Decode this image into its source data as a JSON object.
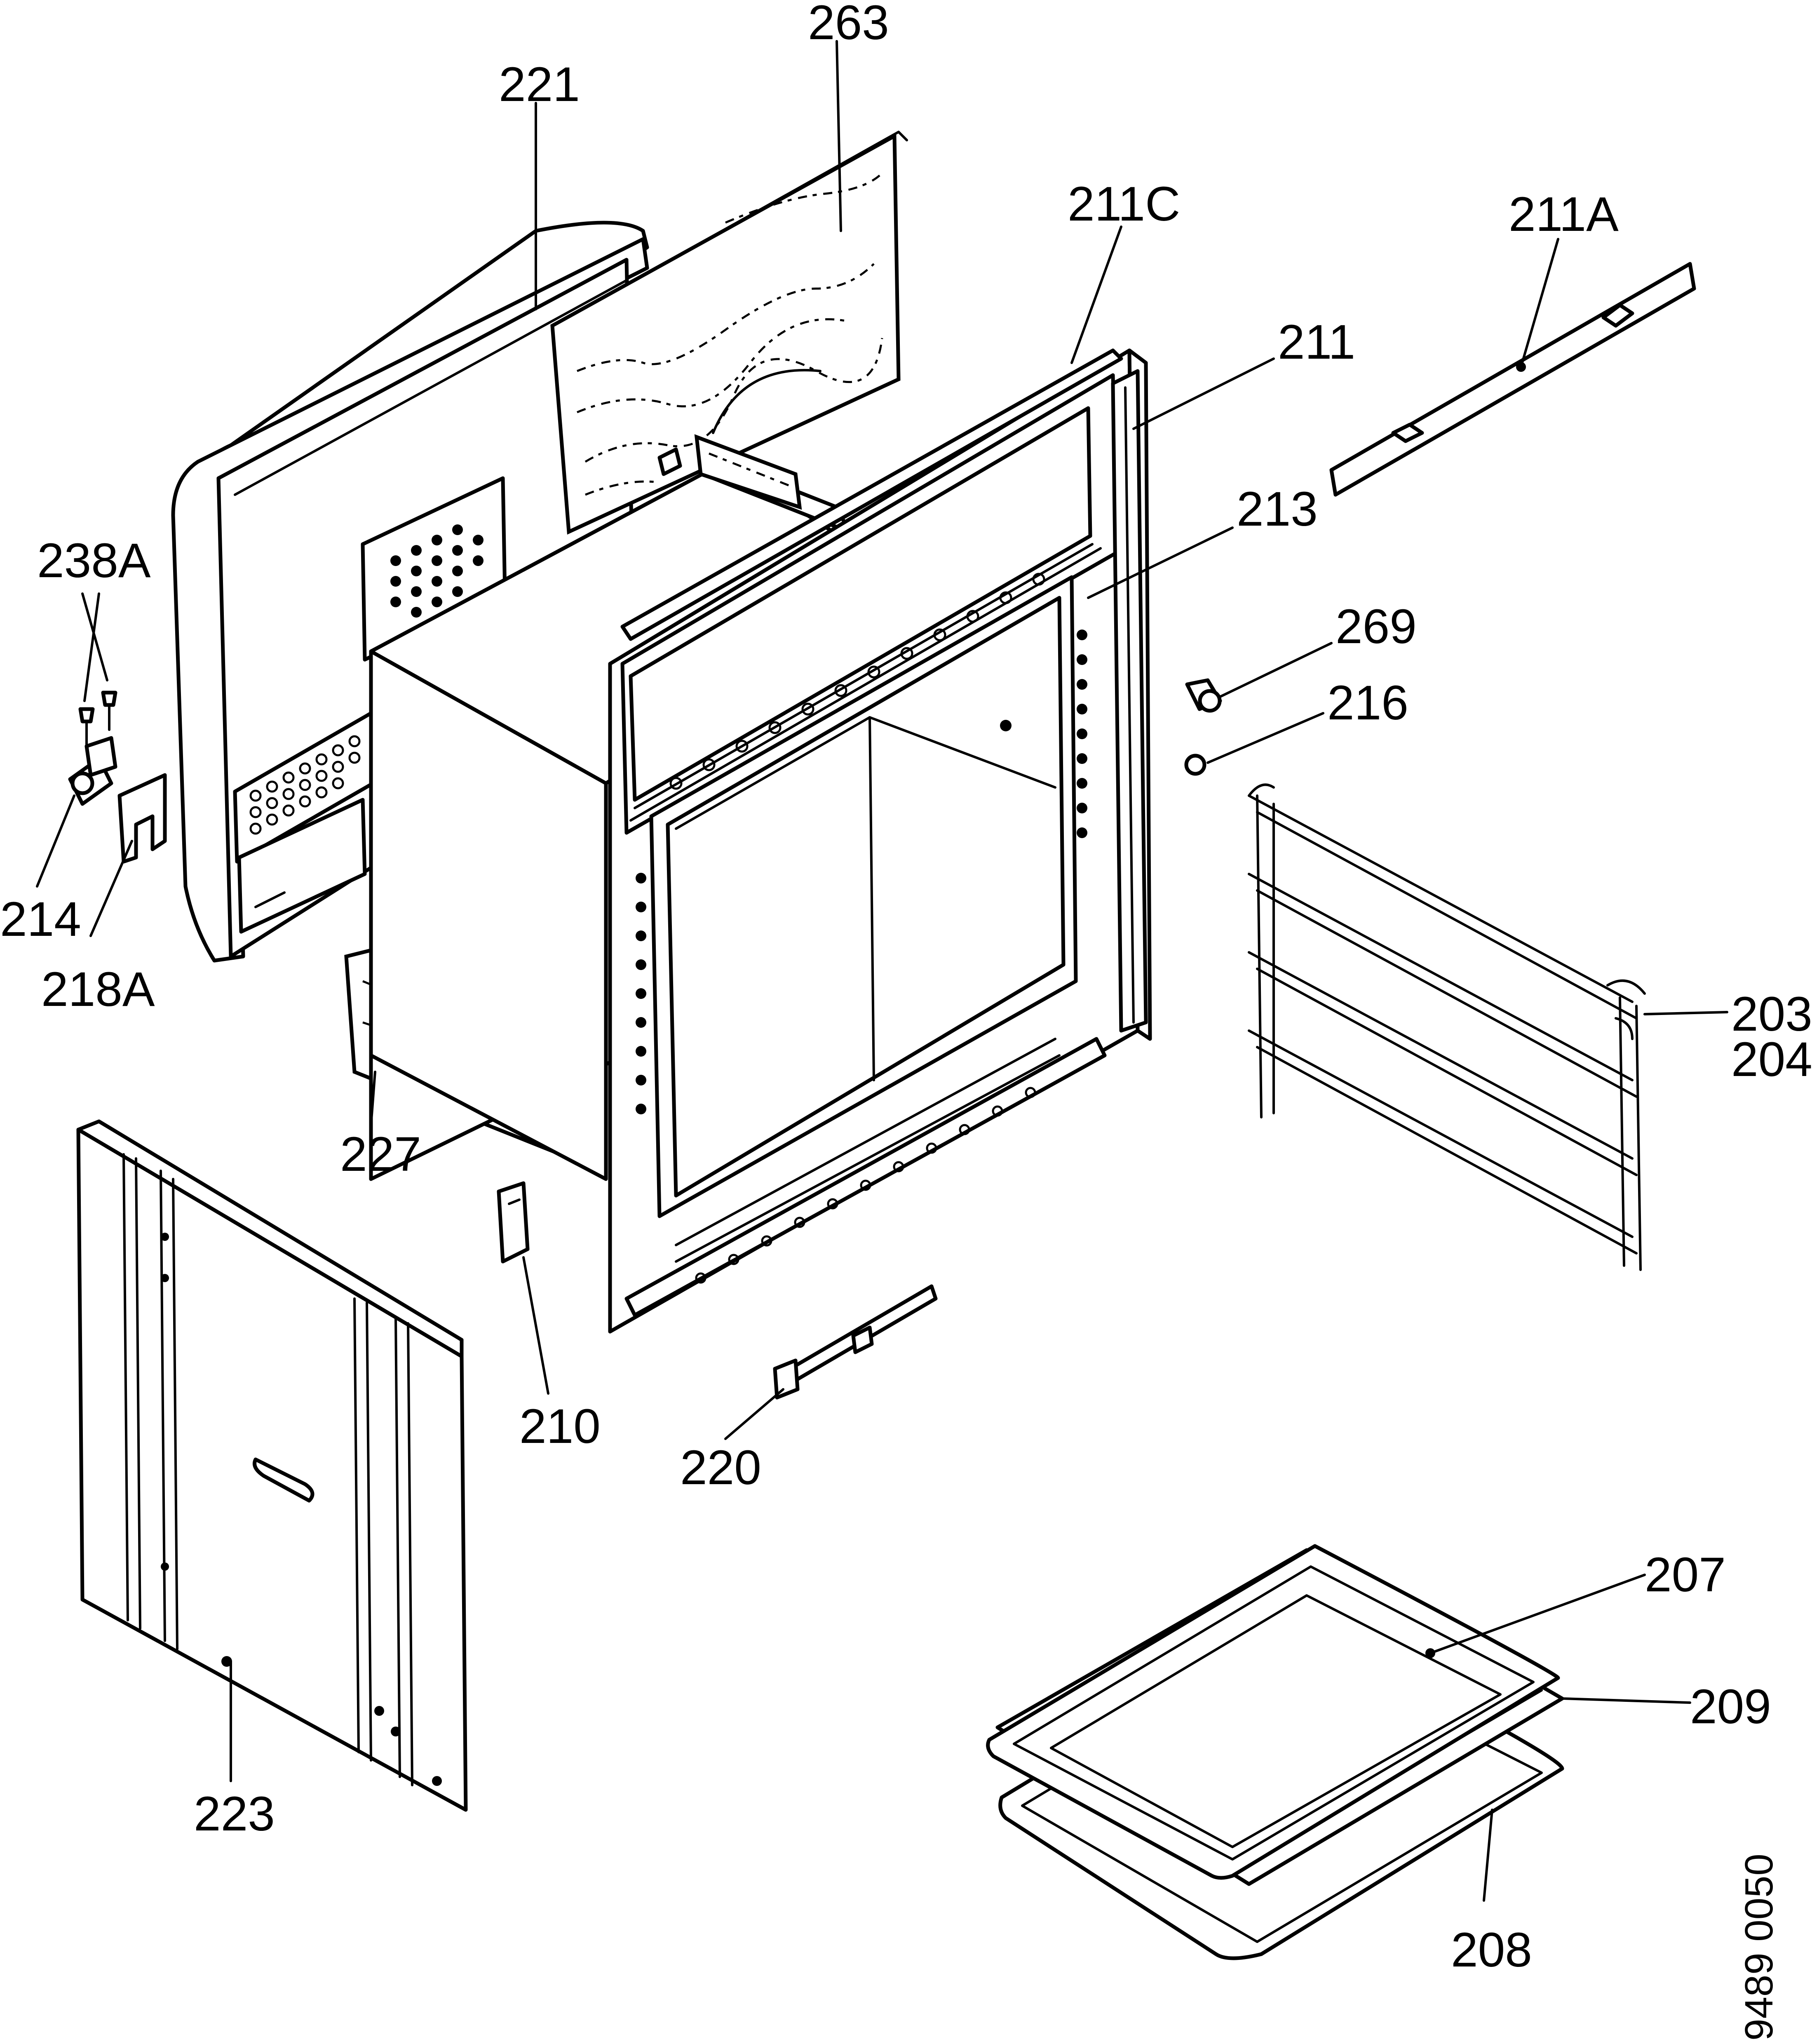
{
  "drawing": {
    "reference": "9489 0050",
    "colors": {
      "line": "#000000",
      "background": "#ffffff"
    }
  },
  "labels": {
    "p263": "263",
    "p221": "221",
    "p211C": "211C",
    "p211A": "211A",
    "p211": "211",
    "p213": "213",
    "p269": "269",
    "p216": "216",
    "p238A": "238A",
    "p214": "214",
    "p218A": "218A",
    "p203": "203",
    "p204": "204",
    "p227": "227",
    "p210": "210",
    "p220": "220",
    "p223": "223",
    "p207": "207",
    "p209": "209",
    "p208": "208"
  }
}
